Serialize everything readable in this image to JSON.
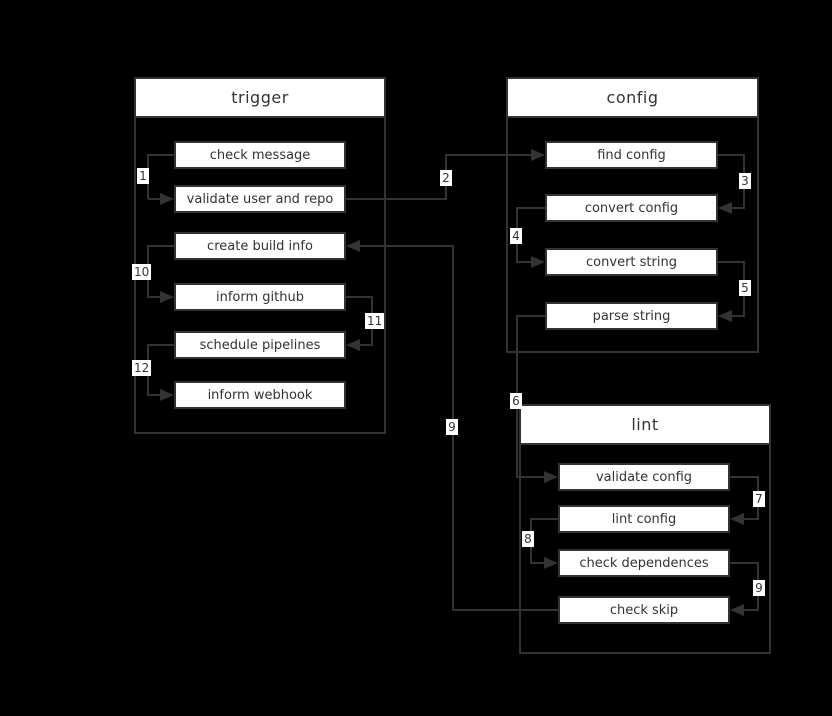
{
  "diagram": {
    "colors": {
      "background": "#000000",
      "line": "#333333",
      "node_fill": "#ffffff",
      "text": "#333333"
    },
    "containers": [
      {
        "title": "trigger",
        "nodes": [
          {
            "label": "check message"
          },
          {
            "label": "validate user and repo"
          },
          {
            "label": "create build info"
          },
          {
            "label": "inform github"
          },
          {
            "label": "schedule pipelines"
          },
          {
            "label": "inform webhook"
          }
        ]
      },
      {
        "title": "config",
        "nodes": [
          {
            "label": "find config"
          },
          {
            "label": "convert config"
          },
          {
            "label": "convert string"
          },
          {
            "label": "parse string"
          }
        ]
      },
      {
        "title": "lint",
        "nodes": [
          {
            "label": "validate config"
          },
          {
            "label": "lint config"
          },
          {
            "label": "check dependences"
          },
          {
            "label": "check skip"
          }
        ]
      }
    ],
    "edges": [
      {
        "label": "1",
        "from": "check message",
        "to": "validate user and repo"
      },
      {
        "label": "2",
        "from": "validate user and repo",
        "to": "find config"
      },
      {
        "label": "3",
        "from": "find config",
        "to": "convert config"
      },
      {
        "label": "4",
        "from": "convert config",
        "to": "convert string"
      },
      {
        "label": "5",
        "from": "convert string",
        "to": "parse string"
      },
      {
        "label": "6",
        "from": "parse string",
        "to": "validate config"
      },
      {
        "label": "7",
        "from": "validate config",
        "to": "lint config"
      },
      {
        "label": "8",
        "from": "lint config",
        "to": "check dependences"
      },
      {
        "label": "9",
        "from": "check dependences",
        "to": "check skip"
      },
      {
        "label": "9",
        "from": "check skip",
        "to": "create build info"
      },
      {
        "label": "10",
        "from": "create build info",
        "to": "inform github"
      },
      {
        "label": "11",
        "from": "inform github",
        "to": "schedule pipelines"
      },
      {
        "label": "12",
        "from": "schedule pipelines",
        "to": "inform webhook"
      }
    ]
  }
}
